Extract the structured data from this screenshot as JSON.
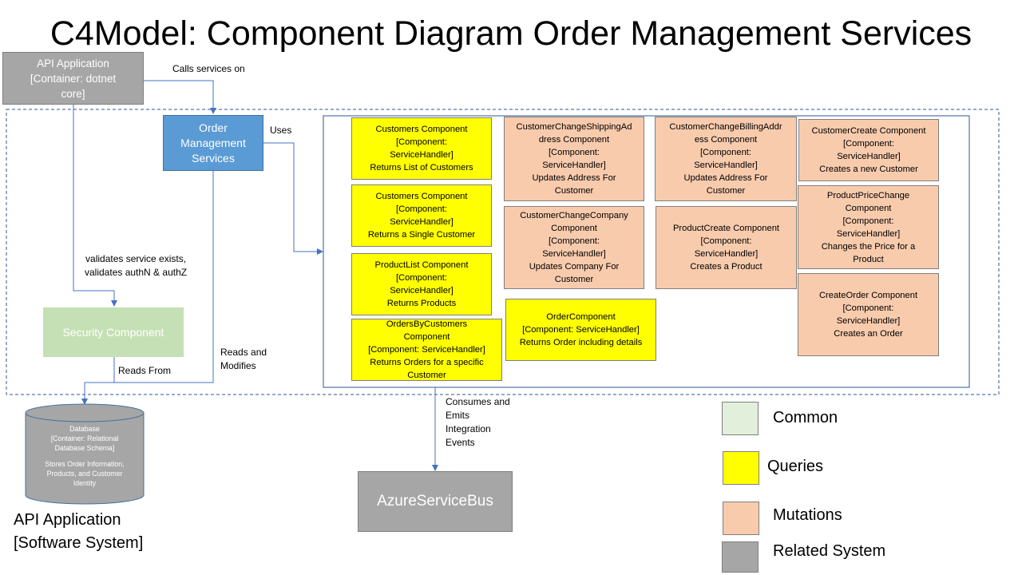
{
  "title": "C4Model: Component Diagram Order Management Services",
  "api_application_box": {
    "lines": [
      "API Application",
      "[Container: dotnet",
      "core]"
    ]
  },
  "order_management_box": {
    "lines": [
      "Order",
      "Management",
      "Services"
    ]
  },
  "security_component": {
    "label": "Security Component"
  },
  "database": {
    "lines": [
      "Database",
      "[Container: Relational",
      "Database Schema]"
    ],
    "desc_lines": [
      "Stores Order Information,",
      "Products, and Customer",
      "Identity"
    ]
  },
  "azure_service_bus": {
    "label": "AzureServiceBus"
  },
  "software_system_label": {
    "lines": [
      "API Application",
      "[Software System]"
    ]
  },
  "edges": {
    "calls_services_on": "Calls services on",
    "uses": "Uses",
    "validates": [
      "validates service exists,",
      "validates authN & authZ"
    ],
    "reads_from": "Reads From",
    "reads_and_modifies": [
      "Reads and",
      "Modifies"
    ],
    "consumes_emits": [
      "Consumes  and",
      "Emits",
      "Integration",
      "Events"
    ]
  },
  "components": {
    "customers_list": {
      "type": "query",
      "lines": [
        "Customers Component",
        "[Component:",
        "ServiceHandler]",
        "Returns List of Customers"
      ]
    },
    "customers_single": {
      "type": "query",
      "lines": [
        "Customers Component",
        "[Component:",
        "ServiceHandler]",
        "Returns a Single Customer"
      ]
    },
    "product_list": {
      "type": "query",
      "lines": [
        "ProductList Component",
        "[Component:",
        "ServiceHandler]",
        "Returns Products"
      ]
    },
    "orders_by_customers": {
      "type": "query",
      "lines": [
        "OrdersByCustomers",
        "Component",
        "[Component:  ServiceHandler]",
        "Returns Orders for a specific",
        "Customer"
      ]
    },
    "order_component": {
      "type": "query",
      "lines": [
        "OrderComponent",
        "[Component:  ServiceHandler]",
        "Returns Order including details"
      ]
    },
    "change_shipping": {
      "type": "mutation",
      "lines": [
        "CustomerChangeShippingAd",
        "dress Component",
        "[Component:",
        "ServiceHandler]",
        "Updates Address For",
        "Customer"
      ]
    },
    "change_company": {
      "type": "mutation",
      "lines": [
        "CustomerChangeCompany",
        "Component",
        "[Component:",
        "ServiceHandler]",
        "Updates Company For",
        "Customer"
      ]
    },
    "change_billing": {
      "type": "mutation",
      "lines": [
        "CustomerChangeBillingAddr",
        "ess Component",
        "[Component:",
        "ServiceHandler]",
        "Updates Address For",
        "Customer"
      ]
    },
    "product_create": {
      "type": "mutation",
      "lines": [
        "ProductCreate Component",
        "[Component:",
        "ServiceHandler]",
        "Creates a Product"
      ]
    },
    "customer_create": {
      "type": "mutation",
      "lines": [
        "CustomerCreate  Component",
        "[Component:",
        "ServiceHandler]",
        "Creates a new  Customer"
      ]
    },
    "product_price_change": {
      "type": "mutation",
      "lines": [
        "ProductPriceChange",
        "Component",
        "[Component:",
        "ServiceHandler]",
        "Changes the Price for a",
        "Product"
      ]
    },
    "create_order": {
      "type": "mutation",
      "lines": [
        "CreateOrder  Component",
        "[Component:",
        "ServiceHandler]",
        "Creates an Order"
      ]
    }
  },
  "legend": [
    {
      "label": "Common",
      "color": "#e2efda"
    },
    {
      "label": "Queries",
      "color": "#ffff00"
    },
    {
      "label": "Mutations",
      "color": "#f8cbad"
    },
    {
      "label": "Related System",
      "color": "#a6a6a6"
    }
  ],
  "colors": {
    "gray": "#a6a6a6",
    "blue": "#5b9bd5",
    "green": "#c5e0b4",
    "yellow": "#ffff00",
    "salmon": "#f8cbad",
    "connector": "#4472c4"
  }
}
